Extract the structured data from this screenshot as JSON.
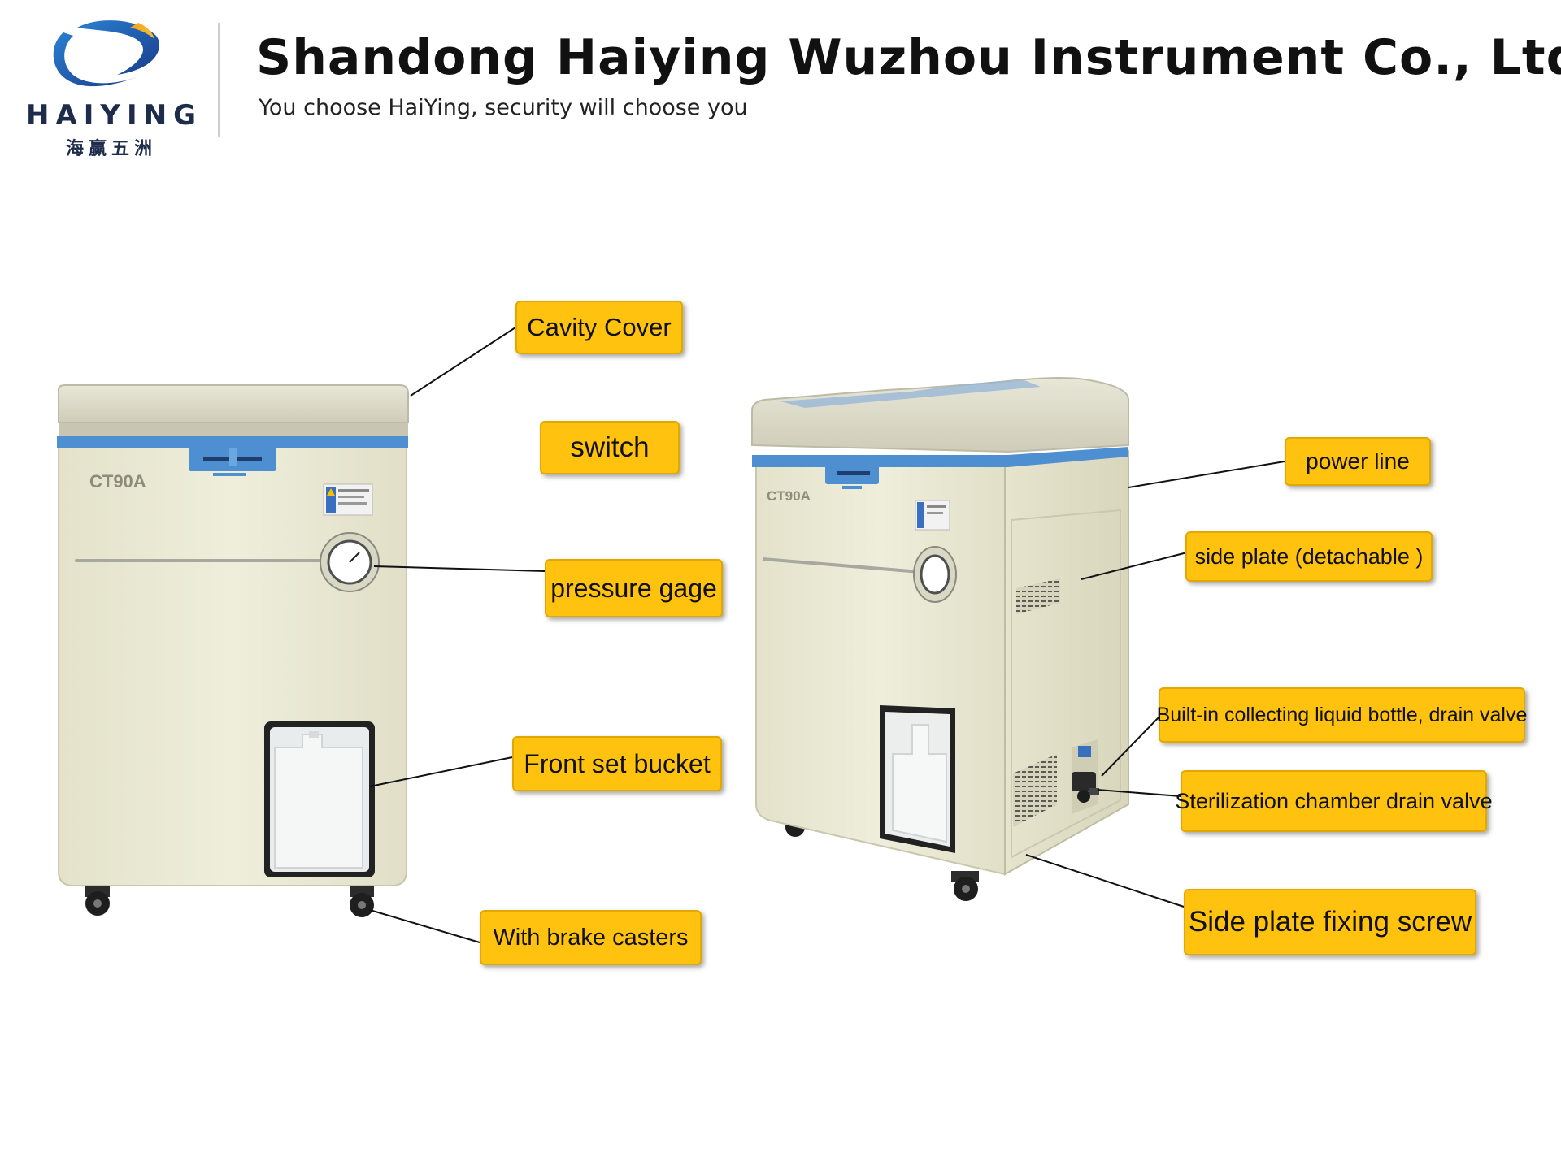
{
  "header": {
    "logo_word": "HAIYING",
    "logo_cn": "海赢五洲",
    "company_name": "Shandong Haiying Wuzhou Instrument Co., Ltd.",
    "slogan": "You choose HaiYing, security will choose you"
  },
  "devices": {
    "front_model": "CT90A",
    "side_model": "CT90A"
  },
  "callouts": {
    "cavity_cover": "Cavity Cover",
    "switch": "switch",
    "pressure_gage": "pressure gage",
    "front_set_bucket": "Front set bucket",
    "brake_casters": "With brake casters",
    "power_line": "power line",
    "side_plate": "side plate (detachable )",
    "collecting_bottle": "Built-in collecting liquid bottle, drain valve",
    "chamber_drain": "Sterilization chamber drain valve",
    "fixing_screw": "Side plate fixing screw"
  },
  "colors": {
    "callout_fill": "#ffc20e",
    "body_cream": "#ecebd6",
    "accent_blue": "#4e8fd1"
  }
}
